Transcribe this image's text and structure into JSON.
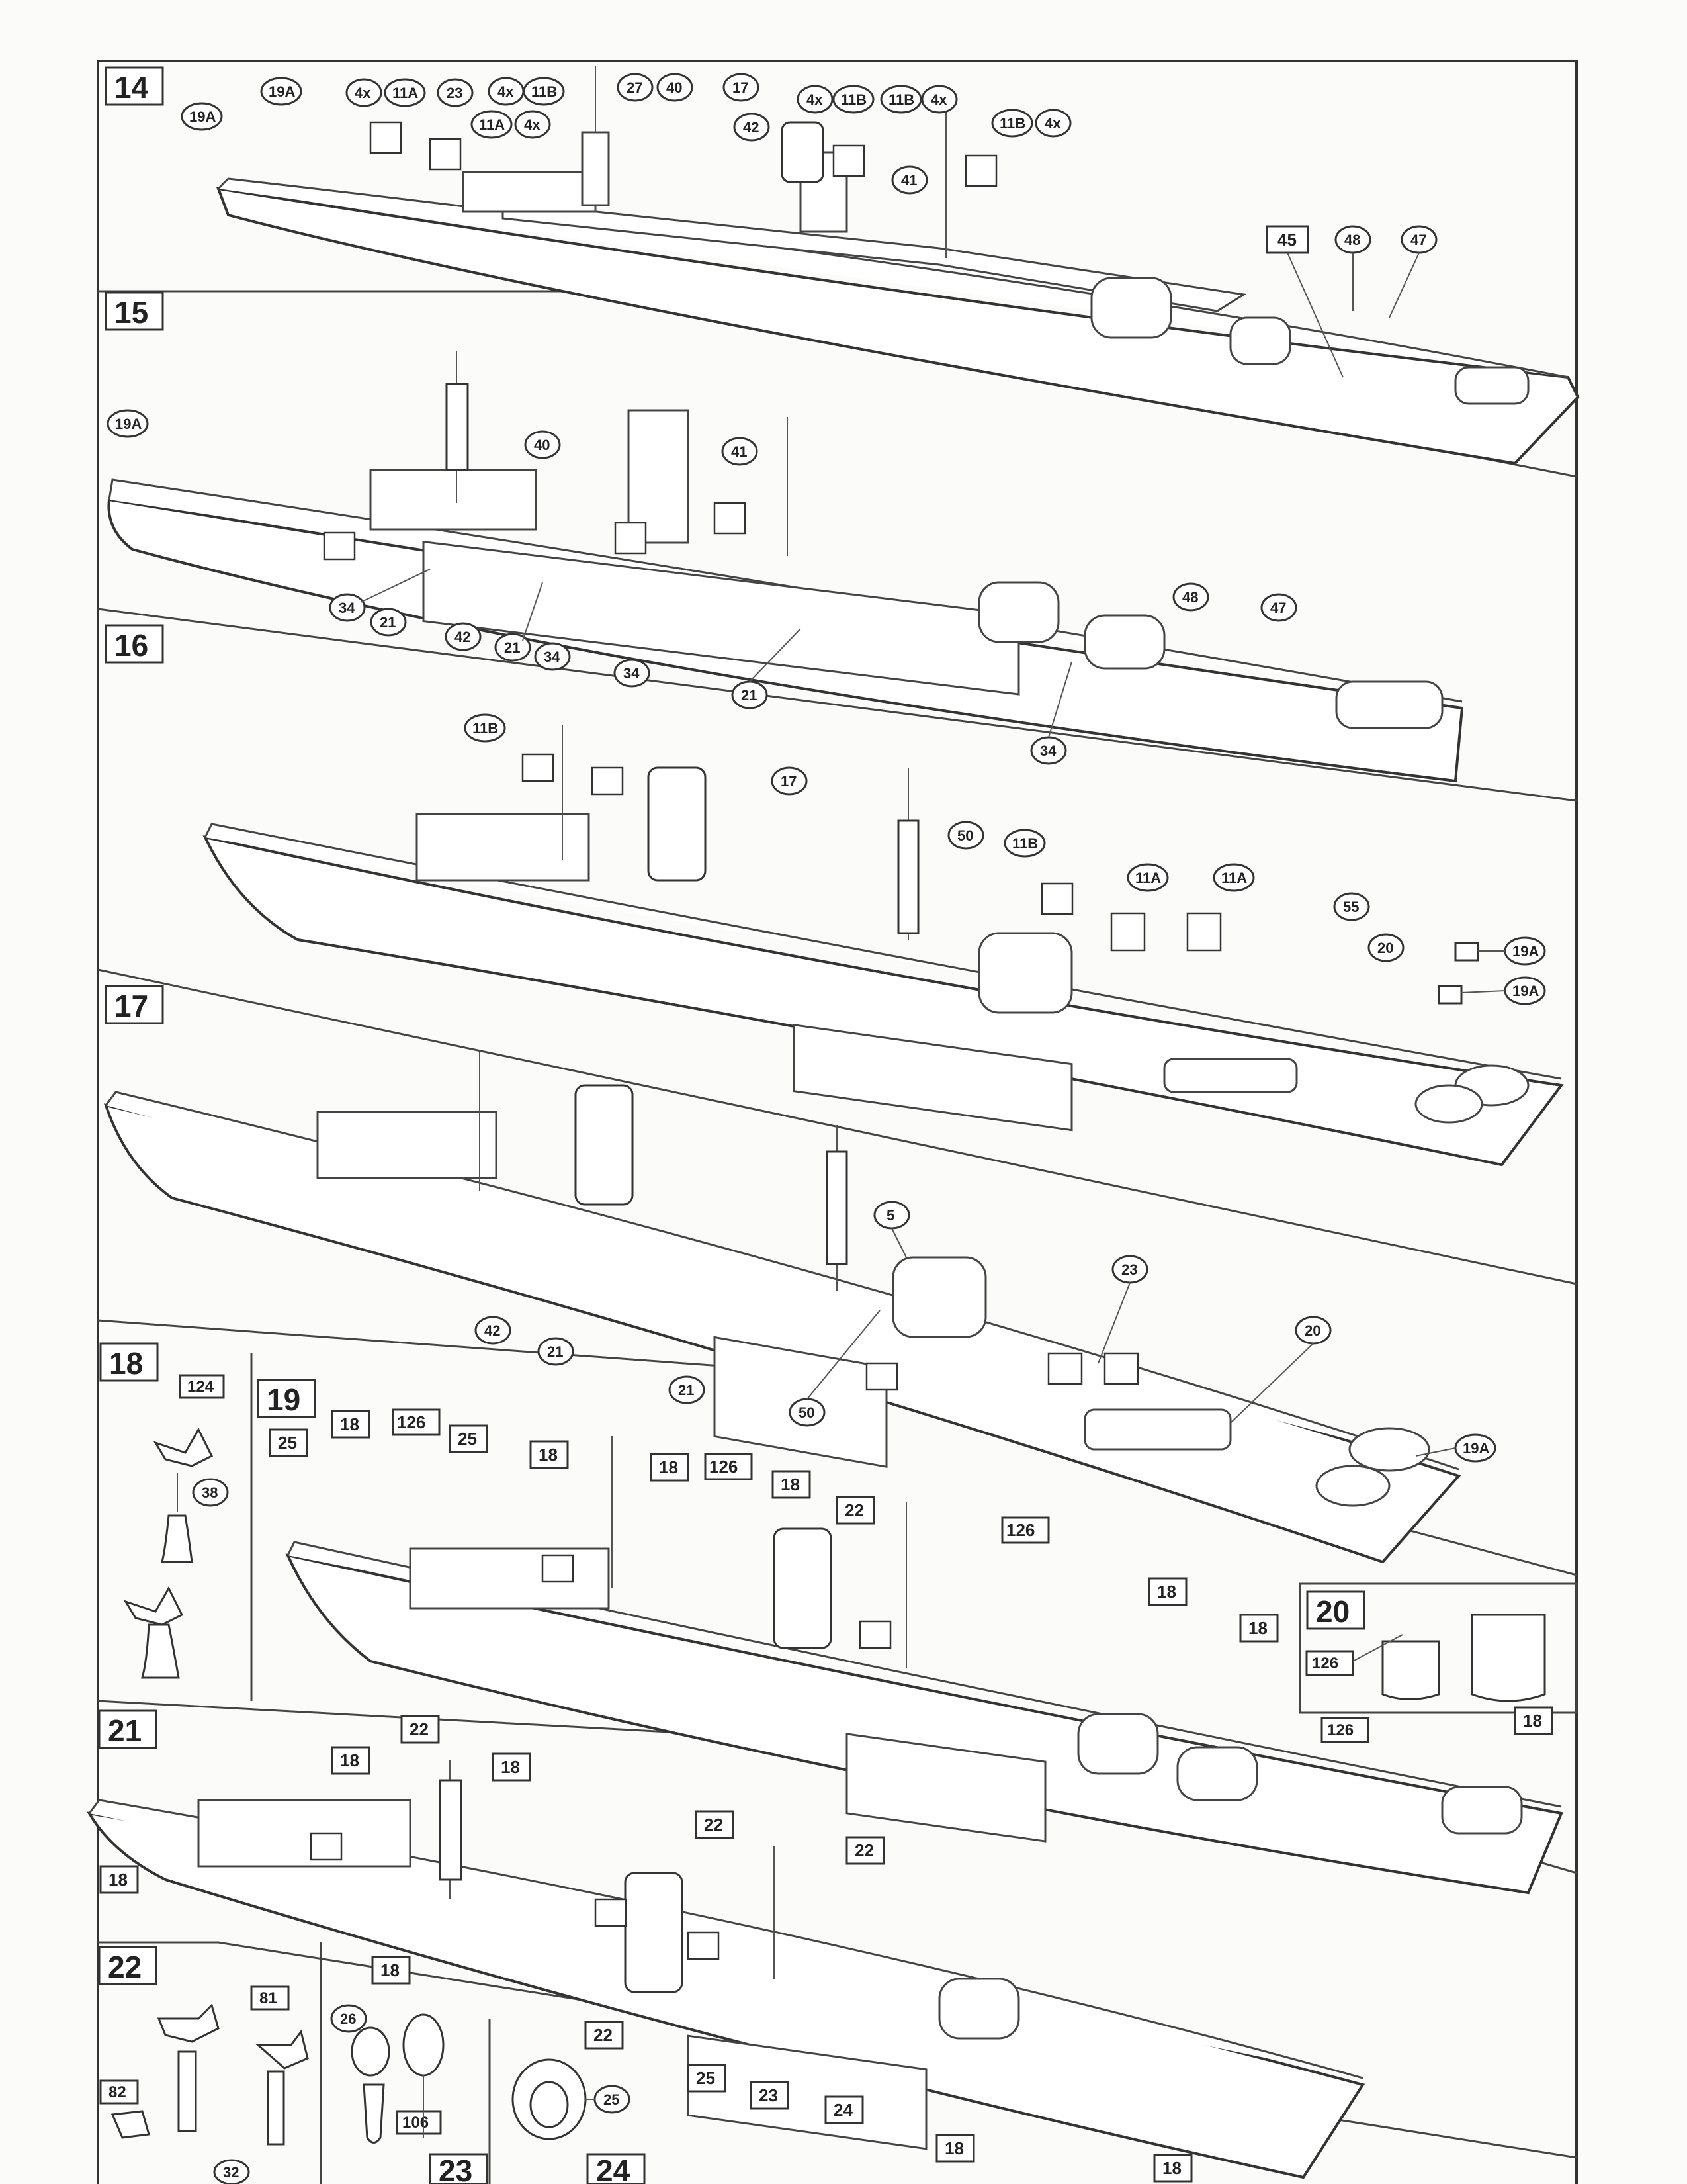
{
  "page": {
    "steps": [
      {
        "id": "14",
        "number": "14"
      },
      {
        "id": "15",
        "number": "15"
      },
      {
        "id": "16",
        "number": "16"
      },
      {
        "id": "17",
        "number": "17"
      },
      {
        "id": "18",
        "number": "18"
      },
      {
        "id": "19",
        "number": "19"
      },
      {
        "id": "20",
        "number": "20"
      },
      {
        "id": "21",
        "number": "21"
      },
      {
        "id": "22",
        "number": "22"
      },
      {
        "id": "23",
        "number": "23"
      },
      {
        "id": "24",
        "number": "24"
      }
    ]
  },
  "callouts": {
    "s14": [
      "19A",
      "19A",
      "4x",
      "11A",
      "23",
      "4x",
      "11B",
      "11A",
      "4x",
      "27",
      "40",
      "17",
      "42",
      "4x",
      "11B",
      "11B",
      "4x",
      "41",
      "11B",
      "4x",
      "45",
      "48",
      "47"
    ],
    "s15": [
      "19A",
      "40",
      "41",
      "34",
      "21",
      "42",
      "21",
      "34",
      "34",
      "21",
      "48",
      "47",
      "34"
    ],
    "s16": [
      "11B",
      "17",
      "50",
      "11B",
      "11A",
      "11A",
      "55",
      "20",
      "19A",
      "19A"
    ],
    "s17": [
      "5",
      "23",
      "20",
      "42",
      "21",
      "21",
      "50",
      "19A"
    ],
    "s18": [
      "124",
      "38"
    ],
    "s19": [
      "25",
      "18",
      "126",
      "25",
      "18",
      "18",
      "126",
      "18",
      "22",
      "126",
      "18",
      "18"
    ],
    "s20": [
      "126",
      "126",
      "18"
    ],
    "s21": [
      "22",
      "18",
      "18",
      "18",
      "22",
      "22",
      "18",
      "22",
      "25",
      "23",
      "24",
      "18",
      "18"
    ],
    "s22": [
      "81",
      "82",
      "32"
    ],
    "s23": [
      "26",
      "106"
    ],
    "s24": [
      "25"
    ]
  },
  "colors": {
    "ink": "#333333",
    "paper": "#fbfbf9"
  }
}
